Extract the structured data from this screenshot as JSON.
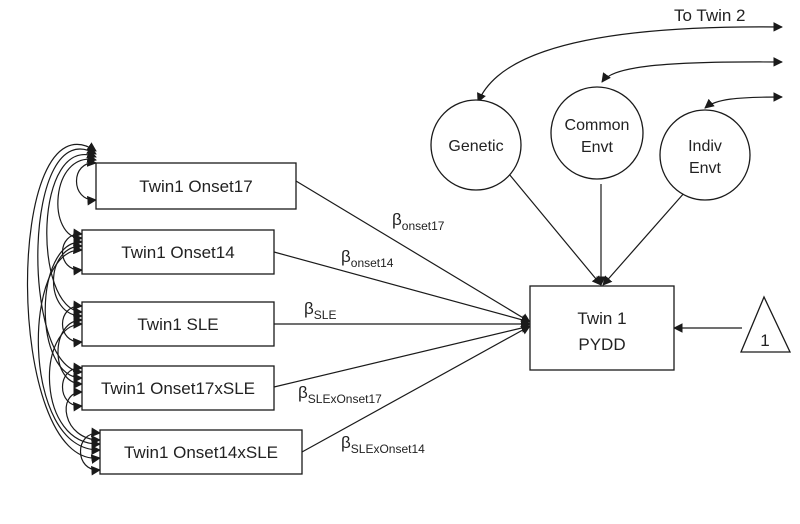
{
  "predictors": [
    {
      "label": "Twin1 Onset17"
    },
    {
      "label": "Twin1 Onset14"
    },
    {
      "label": "Twin1 SLE"
    },
    {
      "label": "Twin1 Onset17xSLE"
    },
    {
      "label": "Twin1 Onset14xSLE"
    }
  ],
  "coefficients": [
    {
      "symbol": "β",
      "sub": "onset17"
    },
    {
      "symbol": "β",
      "sub": "onset14"
    },
    {
      "symbol": "β",
      "sub": "SLE"
    },
    {
      "symbol": "β",
      "sub": "SLExOnset17"
    },
    {
      "symbol": "β",
      "sub": "SLExOnset14"
    }
  ],
  "latents": [
    {
      "lines": [
        "Genetic"
      ]
    },
    {
      "lines": [
        "Common",
        "Envt"
      ]
    },
    {
      "lines": [
        "Indiv",
        "Envt"
      ]
    }
  ],
  "outcome": {
    "line1": "Twin 1",
    "line2": "PYDD"
  },
  "intercept": {
    "label": "1"
  },
  "twin_link": {
    "label": "To Twin 2"
  }
}
